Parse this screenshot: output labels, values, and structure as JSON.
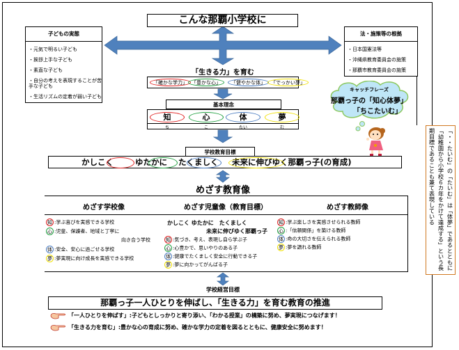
{
  "title": "こんな那覇小学校に",
  "left_panel": {
    "heading": "子どもの実態",
    "items": [
      "・元気で明るい子ども",
      "・挨拶上手な子ども",
      "・素直な子ども",
      "・自分の考えを表現することが苦手な子ども",
      "・生活リズムの定着が弱い子ども"
    ]
  },
  "right_panel": {
    "heading": "法・施策等の根拠",
    "items": [
      "・日本国憲法等",
      "・沖縄県教育委員会の施策",
      "・那覇市教育委員会の施策"
    ]
  },
  "ikiru": {
    "heading": "「生きる力」を育む",
    "items": [
      {
        "label": "「確かな学力」",
        "color": "#e02020"
      },
      {
        "label": "「豊かな心」",
        "color": "#20a040"
      },
      {
        "label": "「健やかな体」",
        "color": "#4a7cc0"
      },
      {
        "label": "「でっかい夢」",
        "color": "#f0e000"
      }
    ]
  },
  "kihon": {
    "heading": "基本理念",
    "items": [
      {
        "kanji": "知",
        "reading": "ち",
        "color": "#e02020"
      },
      {
        "kanji": "心",
        "reading": "こ",
        "color": "#20a040"
      },
      {
        "kanji": "体",
        "reading": "たい",
        "color": "#4a7cc0"
      },
      {
        "kanji": "夢",
        "reading": "む",
        "color": "#f0e000"
      }
    ]
  },
  "catchphrase": {
    "label": "キャッチフレーズ",
    "line1": "那覇っ子の「知心体夢」",
    "line2": "「ちこたいむ」"
  },
  "note_vertical": "「・・たいむ」の「たいむ」は「体夢」であるとともに「幼稚園から小学校６カ年をかけて達成する」という長期目標であることも兼て表現している",
  "school_goal": {
    "heading": "学校教育目標",
    "parts": [
      "かしこく",
      "ゆたかに",
      "たくましく",
      "未来に伸びゆく那覇っ子(の育成)"
    ]
  },
  "mezasu": {
    "heading": "めざす教育像",
    "columns": [
      {
        "heading": "めざす学校像",
        "rows": [
          {
            "mark": "知",
            "text": ":学ぶ喜びを実感できる学校"
          },
          {
            "mark": "心",
            "text": ":児童、保護者、地域と丁寧に"
          },
          {
            "mark": "",
            "text": "向き合う学校"
          },
          {
            "mark": "体",
            "text": ":安全、安心に過ごせる学校"
          },
          {
            "mark": "夢",
            "text": ":夢実現に向け成長を実感できる学校"
          }
        ]
      },
      {
        "heading": "めざす児童像（教育目標）",
        "sub1": "かしこく ゆたかに　たくましく",
        "sub2": "未来に伸びゆく那覇っ子",
        "rows": [
          {
            "mark": "知",
            "text": ":気づき、考え、表現し自ら学ぶ子"
          },
          {
            "mark": "心",
            "text": ":心豊かで、思いやりのある子"
          },
          {
            "mark": "体",
            "text": ":健康でたくましく安全に行動できる子"
          },
          {
            "mark": "夢",
            "text": ":夢に向かってがんばる子"
          }
        ]
      },
      {
        "heading": "めざす教師像",
        "rows": [
          {
            "mark": "知",
            "text": ":学ぶ楽しさを実感させられる教師"
          },
          {
            "mark": "心",
            "text": ":「信頼関係」を築ける教師"
          },
          {
            "mark": "体",
            "text": ":命の大切さを伝えられる教師"
          },
          {
            "mark": "夢",
            "text": ":夢を語れる教師"
          }
        ]
      }
    ]
  },
  "management": {
    "heading": "学校経営目標",
    "main": "那覇っ子一人ひとりを伸ばし、「生きる力」を育む教育の推進",
    "lines": [
      "「一人ひとりを伸ばす」:子どもとしっかりと寄り添い、「わかる授業」の構築に努め、夢実現につなげます！",
      "「生きる力を育む」:豊かな心の育成に努め、確かな学力の定着を図るとともに、健康安全に努めます！"
    ]
  },
  "colors": {
    "arrow": "#4f81bd",
    "red": "#e02020",
    "green": "#20a040",
    "blue": "#4a7cc0",
    "yellow": "#f0e000",
    "orange": "#d07820",
    "cloud": "#bfe6f7",
    "cloud_border": "#8cc860"
  }
}
